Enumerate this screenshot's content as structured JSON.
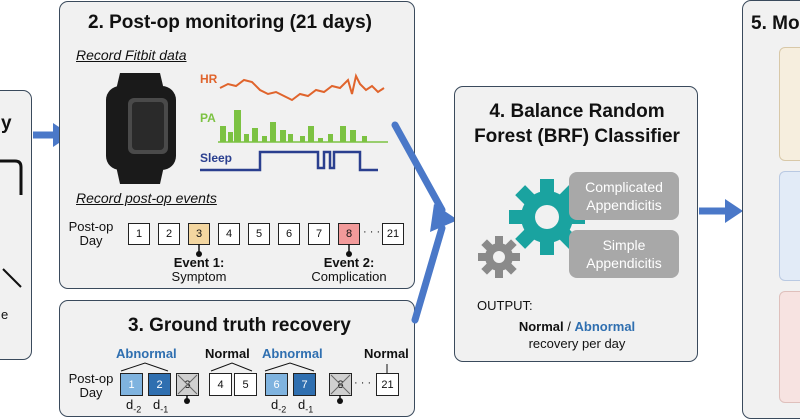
{
  "panel1": {
    "title_fragment": "y",
    "bottom_fragment": "e"
  },
  "panel2": {
    "title": "2. Post-op monitoring (21 days)",
    "fitbit_label": "Record Fitbit data",
    "signals": {
      "hr": "HR",
      "pa": "PA",
      "sleep": "Sleep"
    },
    "events_label": "Record post-op events",
    "day_label_1": "Post-op",
    "day_label_2": "Day",
    "days": [
      "1",
      "2",
      "3",
      "4",
      "5",
      "6",
      "7",
      "8",
      "21"
    ],
    "ellipsis": "· · ·",
    "event1": {
      "title": "Event 1:",
      "desc": "Symptom"
    },
    "event2": {
      "title": "Event 2:",
      "desc": "Complication"
    }
  },
  "panel3": {
    "title": "3. Ground truth recovery",
    "day_label_1": "Post-op",
    "day_label_2": "Day",
    "days": [
      "1",
      "2",
      "3",
      "4",
      "5",
      "6",
      "7",
      "8",
      "21"
    ],
    "ellipsis": "· · ·",
    "abnormal": "Abnormal",
    "normal": "Normal",
    "d2": "d",
    "d2_sub": "-2",
    "d1": "d",
    "d1_sub": "-1"
  },
  "panel4": {
    "title_line1": "4. Balance Random",
    "title_line2": "Forest (BRF) Classifier",
    "class1": "Complicated Appendicitis",
    "class2": "Simple Appendicitis",
    "output_label": "OUTPUT:",
    "output_normal": "Normal",
    "output_sep": " / ",
    "output_abnormal": "Abnormal",
    "output_tail": "recovery per day"
  },
  "panel5": {
    "title_fragment": "5. Mo"
  },
  "colors": {
    "panel_border": "#3a4a5c",
    "arrow_blue": "#4a78c8",
    "hr": "#e0642c",
    "pa": "#7cc242",
    "sleep": "#2a3f8f",
    "gear_teal": "#1aa3a0",
    "gear_grey": "#8a8a8a",
    "abnormal_blue": "#2f6fb0",
    "event1_fill": "#f3d6a0",
    "event2_fill": "#f29a9a"
  }
}
